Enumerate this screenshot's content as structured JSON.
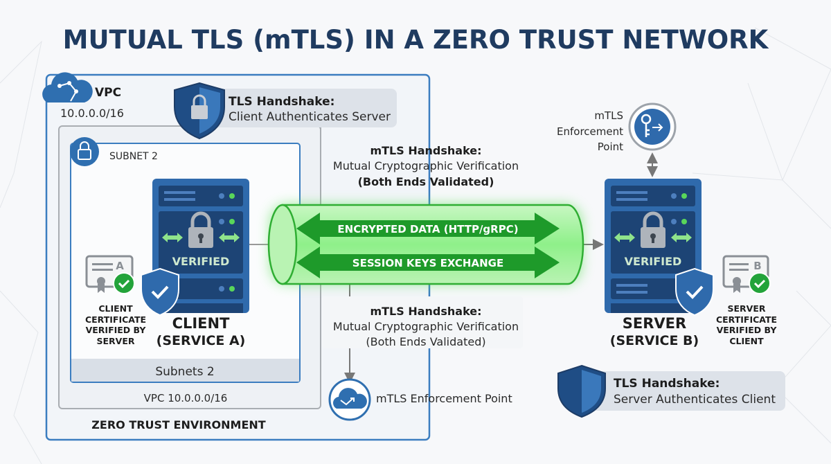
{
  "title": "MUTUAL TLS (mTLS) IN A ZERO TRUST NETWORK",
  "vpc": {
    "label": "VPC",
    "cidr": "10.0.0.0/16",
    "footer": "VPC 10.0.0.0/16",
    "environment": "ZERO TRUST ENVIRONMENT"
  },
  "subnet": {
    "label": "SUBNET 2",
    "footer": "Subnets 2"
  },
  "tls_client_callout": {
    "title": "TLS Handshake:",
    "text": "Client Authenticates Server"
  },
  "tls_server_callout": {
    "title": "TLS Handshake:",
    "text": "Server Authenticates Client"
  },
  "mtls_top": {
    "title": "mTLS Handshake:",
    "line1": "Mutual Cryptographic Verification",
    "line2": "(Both Ends Validated)"
  },
  "mtls_bottom": {
    "title": "mTLS Handshake:",
    "line1": "Mutual Cryptographic Verification",
    "line2": "(Both Ends Validated)"
  },
  "tunnel": {
    "arrow1": "ENCRYPTED DATA (HTTP/gRPC)",
    "arrow2": "SESSION KEYS EXCHANGE"
  },
  "client": {
    "verified": "VERIFIED",
    "name": "CLIENT",
    "service": "(SERVICE A)",
    "cert_letter": "A",
    "cert_caption": [
      "CLIENT",
      "CERTIFICATE",
      "VERIFIED BY",
      "SERVER"
    ]
  },
  "server": {
    "verified": "VERIFIED",
    "name": "SERVER",
    "service": "(SERVICE B)",
    "cert_letter": "B",
    "cert_caption": [
      "SERVER",
      "CERTIFICATE",
      "VERIFIED BY",
      "CLIENT"
    ]
  },
  "enforcement_bottom": "mTLS Enforcement Point",
  "enforcement_top": [
    "mTLS",
    "Enforcement",
    "Point"
  ],
  "colors": {
    "navy": "#1f3b60",
    "blue": "#2f69a8",
    "green": "#2ea043",
    "tunnel": "#7ef07a"
  }
}
